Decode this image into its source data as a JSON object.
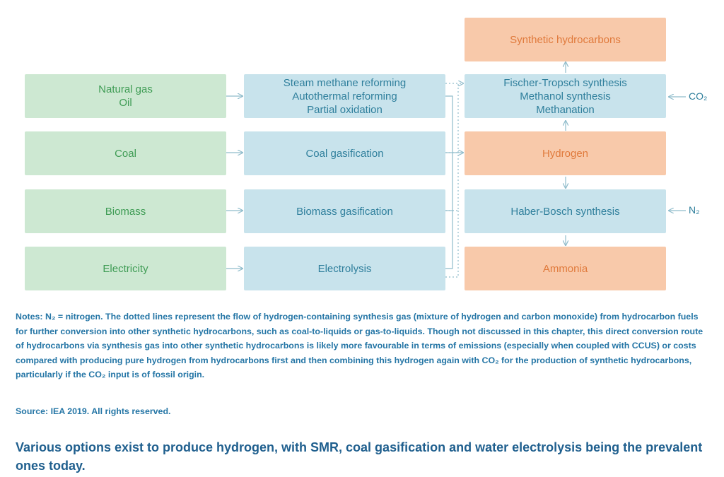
{
  "sources": [
    {
      "lines": [
        "Natural gas",
        "Oil"
      ]
    },
    {
      "lines": [
        "Coal"
      ]
    },
    {
      "lines": [
        "Biomass"
      ]
    },
    {
      "lines": [
        "Electricity"
      ]
    }
  ],
  "processes": [
    {
      "lines": [
        "Steam methane reforming",
        "Autothermal reforming",
        "Partial oxidation"
      ]
    },
    {
      "lines": [
        "Coal gasification"
      ]
    },
    {
      "lines": [
        "Biomass gasification"
      ]
    },
    {
      "lines": [
        "Electrolysis"
      ]
    }
  ],
  "outputs": {
    "synthetic_hydrocarbons": "Synthetic hydrocarbons",
    "synthesis": [
      "Fischer-Tropsch synthesis",
      "Methanol synthesis",
      "Methanation"
    ],
    "hydrogen": "Hydrogen",
    "haber_bosch": "Haber-Bosch synthesis",
    "ammonia": "Ammonia"
  },
  "inputs": {
    "co2": "CO₂",
    "n2": "N₂"
  },
  "notes": "Notes: N₂ = nitrogen. The dotted lines represent the flow of hydrogen-containing synthesis gas (mixture of hydrogen and carbon monoxide) from hydrocarbon fuels for further conversion into other synthetic hydrocarbons, such as coal-to-liquids or gas-to-liquids. Though not discussed in this chapter, this direct conversion route of hydrocarbons via synthesis gas into other synthetic hydrocarbons is likely more favourable in terms of emissions (especially when coupled with CCUS) or costs compared with producing pure hydrogen from hydrocarbons first and then combining this hydrogen again with CO₂ for the production of synthetic hydrocarbons, particularly if the CO₂ input is of fossil origin.",
  "source": "Source: IEA 2019. All rights reserved.",
  "caption": "Various options exist to produce hydrogen, with SMR, coal gasification and water electrolysis being the prevalent ones today.",
  "colors": {
    "green": "#cde8d2",
    "blue": "#c8e3ec",
    "orange": "#f8c9aa",
    "arrow": "#8fbccb",
    "text_blue": "#2576a6"
  }
}
